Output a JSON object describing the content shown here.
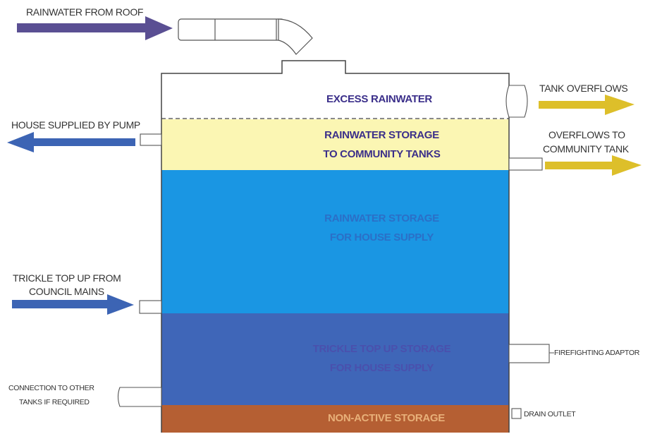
{
  "labels": {
    "rainwater_from_roof": "RAINWATER FROM ROOF",
    "house_supplied_by_pump": "HOUSE SUPPLIED BY PUMP",
    "trickle_top_up_line1": "TRICKLE TOP UP FROM",
    "trickle_top_up_line2": "COUNCIL MAINS",
    "connection_line1": "CONNECTION TO OTHER",
    "connection_line2": "TANKS IF REQUIRED",
    "tank_overflows": "TANK OVERFLOWS",
    "overflows_line1": "OVERFLOWS TO",
    "overflows_line2": "COMMUNITY TANK",
    "firefighting_adaptor": "FIREFIGHTING ADAPTOR",
    "drain_outlet": "DRAIN OUTLET"
  },
  "zones": {
    "excess": {
      "line1": "EXCESS RAINWATER",
      "color": "#ffffff",
      "text_color": "#3b2f8a"
    },
    "community": {
      "line1": "RAINWATER STORAGE",
      "line2": "TO COMMUNITY TANKS",
      "color": "#fbf6b3",
      "text_color": "#3b2f8a"
    },
    "house": {
      "line1": "RAINWATER STORAGE",
      "line2": "FOR HOUSE SUPPLY",
      "color": "#1a96e3",
      "text_color": "#2b6fc7"
    },
    "trickle": {
      "line1": "TRICKLE TOP UP STORAGE",
      "line2": "FOR HOUSE SUPPLY",
      "color": "#3f66b8",
      "text_color": "#4a50ad"
    },
    "non_active": {
      "line1": "NON-ACTIVE STORAGE",
      "color": "#b55f33",
      "text_color": "#e8b079"
    }
  },
  "colors": {
    "arrow_purple": "#5a4f93",
    "arrow_blue": "#3c64b4",
    "arrow_yellow": "#ddbf2a",
    "outline": "#444444"
  }
}
